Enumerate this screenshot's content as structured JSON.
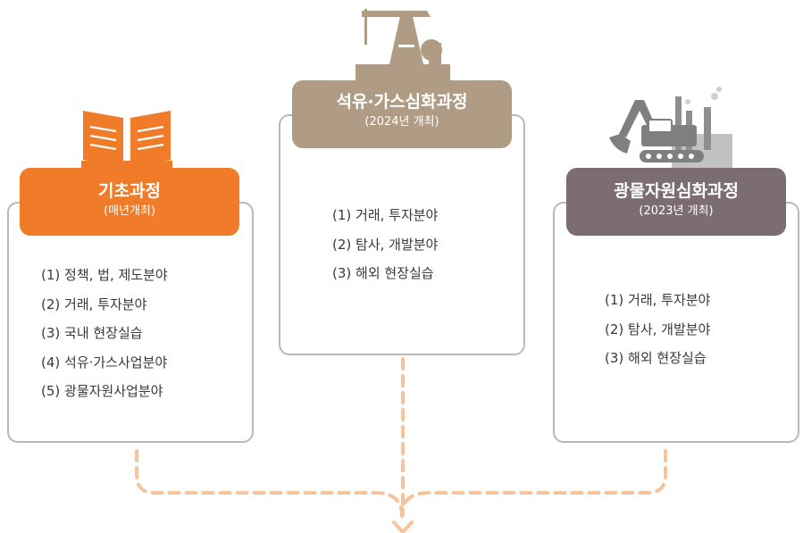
{
  "colors": {
    "basic": "#f07c2a",
    "oil_gas": "#b09c84",
    "mineral": "#7c6d72",
    "border": "#b9b9b9",
    "arrow": "#f6c49c",
    "text": "#3a3a3a"
  },
  "courses": [
    {
      "title": "기초과정",
      "subtitle": "(매년개최)",
      "icon": "open-book-icon",
      "items": [
        "(1) 정책, 법, 제도분야",
        "(2) 거래, 투자분야",
        "(3) 국내 현장실습",
        "(4) 석유·가스사업분야",
        "(5) 광물자원사업분야"
      ]
    },
    {
      "title": "석유·가스심화과정",
      "subtitle": "(2024년 개최)",
      "icon": "oil-pumpjack-icon",
      "items": [
        "(1) 거래, 투자분야",
        "(2) 탐사, 개발분야",
        "(3) 해외 현장실습"
      ]
    },
    {
      "title": "광물자원심화과정",
      "subtitle": "(2023년 개최)",
      "icon": "excavator-factory-icon",
      "items": [
        "(1) 거래, 투자분야",
        "(2) 탐사, 개발분야",
        "(3) 해외 현장실습"
      ]
    }
  ]
}
